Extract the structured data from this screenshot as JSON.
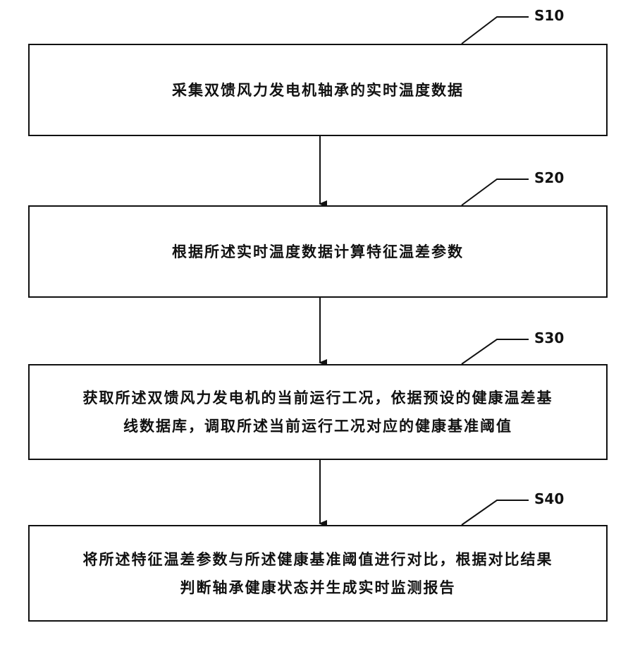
{
  "steps": [
    {
      "id": "S10",
      "text": "采集双馈风力发电机轴承的实时温度数据"
    },
    {
      "id": "S20",
      "text": "根据所述实时温度数据计算特征温差参数"
    },
    {
      "id": "S30",
      "line1": "获取所述双馈风力发电机的当前运行工况，依据预设的健康温差基",
      "line2": "线数据库，调取所述当前运行工况对应的健康基准阈值"
    },
    {
      "id": "S40",
      "line1": "将所述特征温差参数与所述健康基准阈值进行对比，根据对比结果",
      "line2": "判断轴承健康状态并生成实时监测报告"
    }
  ]
}
